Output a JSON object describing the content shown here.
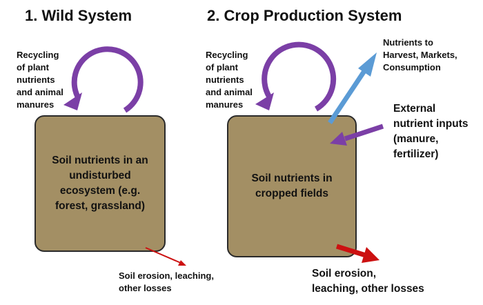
{
  "wild": {
    "title": "1. Wild System",
    "recycling_label": "Recycling\nof plant\nnutrients\nand animal\nmanures",
    "box_text": "Soil nutrients in an\nundisturbed\necosystem (e.g.\nforest, grassland)",
    "losses_label": "Soil erosion, leaching,\nother losses"
  },
  "crop": {
    "title": "2. Crop Production System",
    "recycling_label": "Recycling\nof plant\nnutrients\nand animal\nmanures",
    "box_text": "Soil nutrients in\ncropped fields",
    "harvest_label": "Nutrients to\nHarvest, Markets,\nConsumption",
    "inputs_label": "External\nnutrient inputs\n(manure,\nfertilizer)",
    "losses_label": "Soil erosion,\nleaching, other losses"
  },
  "colors": {
    "box_fill": "#a38f64",
    "recycle_arrow": "#7b3fa6",
    "harvest_arrow": "#5b9bd5",
    "loss_arrow": "#cc1111"
  }
}
